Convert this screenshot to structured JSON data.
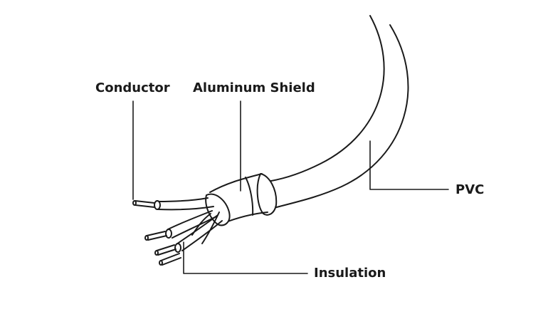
{
  "labels": {
    "conductor": "Conductor",
    "shield": "Aluminum Shield",
    "pvc": "PVC",
    "insulation": "Insulation"
  },
  "colors": {
    "line": "#1a1a1a",
    "fill": "#ffffff"
  }
}
